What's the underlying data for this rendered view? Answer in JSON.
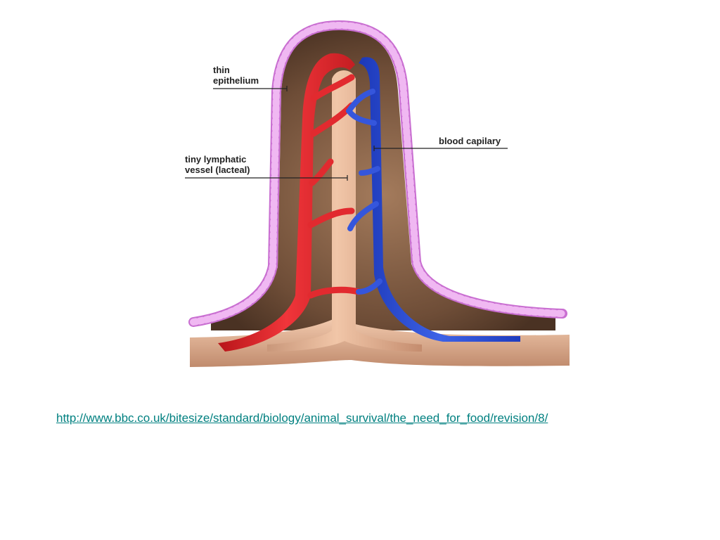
{
  "labels": {
    "thin_epithelium": "thin\nepithelium",
    "lacteal": "tiny lymphatic\nvessel (lacteal)",
    "blood_capillary": "blood capilary"
  },
  "source_link": "http://www.bbc.co.uk/bitesize/standard/biology/animal_survival/the_need_for_food/revision/8/",
  "colors": {
    "epithelium": "#d98be0",
    "arteriole": "#e8262a",
    "venule": "#2d4fd6",
    "lacteal": "#e9b795",
    "link": "#008080"
  }
}
